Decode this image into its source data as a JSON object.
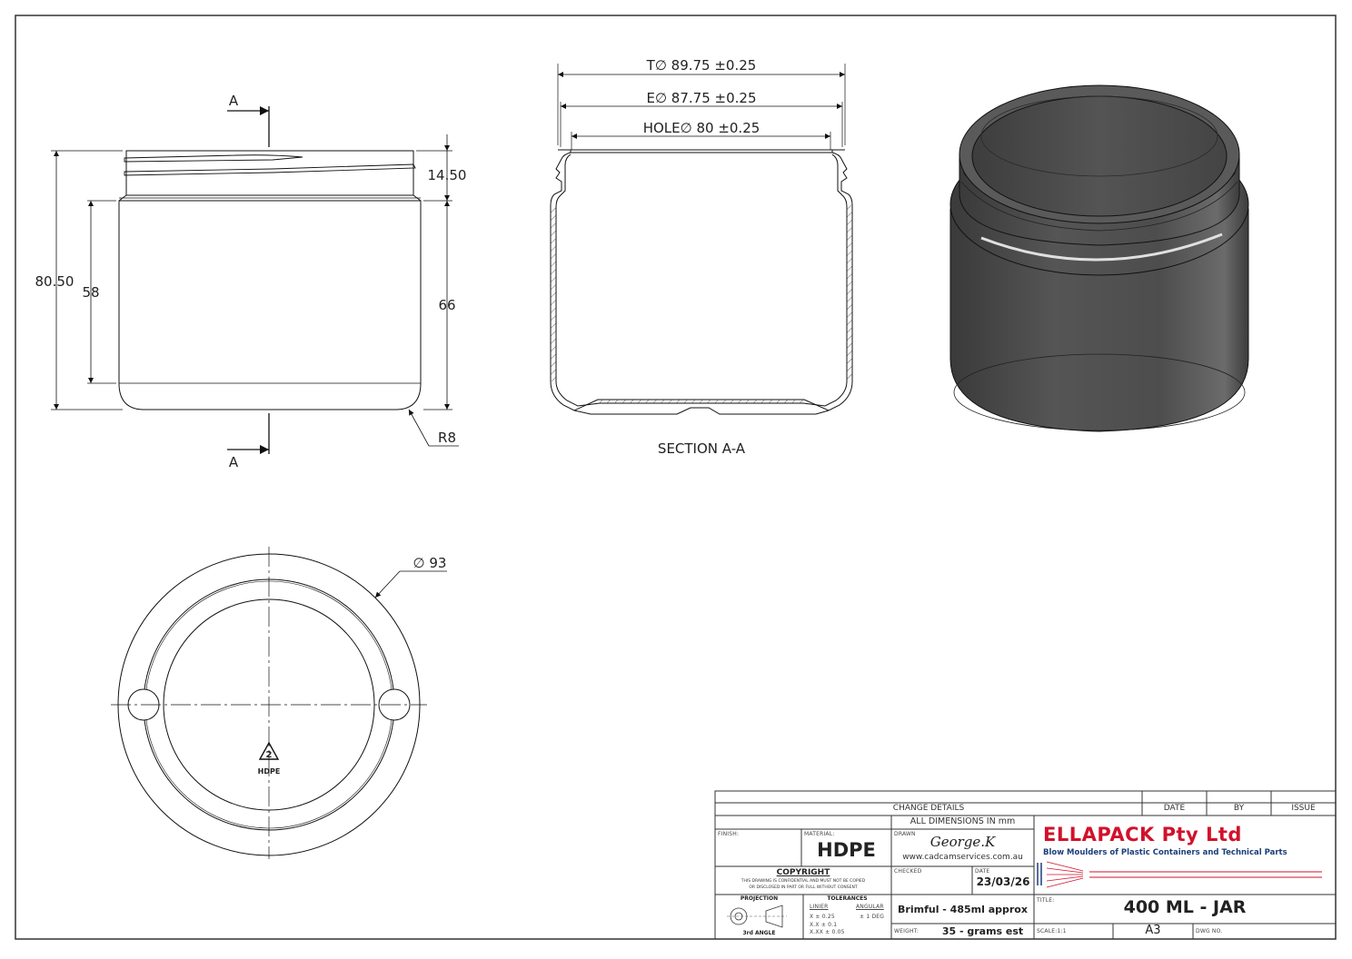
{
  "drawing": {
    "front_view": {
      "section_marker_top": "A",
      "section_marker_bottom": "A",
      "dim_overall_height": "80.50",
      "dim_body_height": "58",
      "dim_neck_height": "14.50",
      "dim_shoulder_to_base": "66",
      "dim_radius": "R8"
    },
    "section_view": {
      "caption": "SECTION A-A",
      "dim_t": "T∅ 89.75 ±0.25",
      "dim_e": "E∅ 87.75 ±0.25",
      "dim_hole": "HOLE∅ 80 ±0.25"
    },
    "bottom_view": {
      "dim_diameter": "∅ 93",
      "recycle_number": "2",
      "recycle_label": "HDPE"
    },
    "iso_view": {
      "body_color": "#4a4a4a",
      "highlight_color": "#d9d9d9"
    }
  },
  "title_block": {
    "change_details": "CHANGE DETAILS",
    "col_date": "DATE",
    "col_by": "BY",
    "col_issue": "ISSUE",
    "all_dimensions": "ALL DIMENSIONS IN mm",
    "finish_label": "FINISH:",
    "material_label": "MATERIAL:",
    "material_value": "HDPE",
    "drawn_label": "DRAWN",
    "drawn_value": "George.K",
    "drawn_website": "www.cadcamservices.com.au",
    "copyright_title": "COPYRIGHT",
    "copyright_line1": "THIS DRAWING IS CONFIDENTIAL AND MUST NOT BE COPIED",
    "copyright_line2": "OR DISCLOSED IN PART OR FULL WITHOUT CONSENT",
    "checked_label": "CHECKED",
    "date_label": "DATE",
    "date_value": "23/03/26",
    "projection_label": "PROJECTION",
    "projection_value": "3rd ANGLE",
    "tolerances_label": "TOLERANCES",
    "linear_label": "LINIER",
    "angular_label": "ANGULAR",
    "tol_x": "X ± 0.25",
    "tol_xx": "X.X ± 0.1",
    "tol_xxx": "X.XX ± 0.05",
    "tol_angular": "± 1 DEG",
    "capacity": "Brimful - 485ml approx",
    "weight_label": "WEIGHT:",
    "weight_value": "35 - grams est",
    "company_name": "ELLAPACK Pty Ltd",
    "company_tagline": "Blow Moulders of Plastic Containers and Technical Parts",
    "brand_red": "#d2112b",
    "brand_blue": "#1c3f7a",
    "title_label": "TITLE:",
    "title_value": "400 ML - JAR",
    "scale_label": "SCALE:1:1",
    "sheet_size": "A3",
    "dwg_no_label": "DWG NO."
  }
}
